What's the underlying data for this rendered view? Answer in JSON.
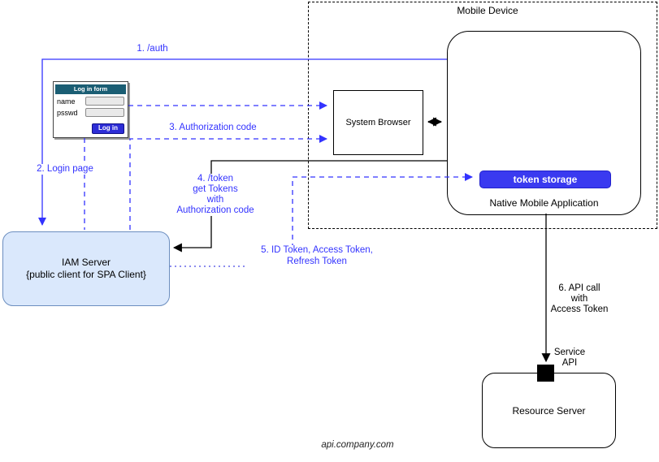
{
  "mobile_device": {
    "label": "Mobile Device"
  },
  "native_app": {
    "label": "Native Mobile Application"
  },
  "token_storage": {
    "label": "token storage"
  },
  "system_browser": {
    "label": "System Browser"
  },
  "login_form": {
    "title": "Log in form",
    "name_label": "name",
    "name_value": "",
    "psswd_label": "psswd",
    "psswd_value": "",
    "button_label": "Log in"
  },
  "iam_server": {
    "name": "IAM Server",
    "subtitle": "{public client for SPA Client}"
  },
  "resource_server": {
    "label": "Resource Server"
  },
  "service_api": {
    "line1": "Service",
    "line2": "API"
  },
  "steps": {
    "step1_label": "1. /auth",
    "step2_label": "2. Login page",
    "step3_label": "3. Authorization code",
    "step4_line1": "4. /token",
    "step4_line2": "get Tokens",
    "step4_line3": "with",
    "step4_line4": "Authorization code",
    "step5_line1": "5. ID Token, Access Token,",
    "step5_line2": "Refresh Token",
    "step6_line1": "6. API call",
    "step6_line2": "with",
    "step6_line3": "Access Token"
  },
  "footer": {
    "label": "api.company.com"
  },
  "colors": {
    "arrow_blue": "#3333ff",
    "dotted_light_blue": "#8c8cee",
    "iam_fill": "#dae8fc",
    "iam_border": "#6c8ebf",
    "token_storage_fill": "#3a3af0",
    "form_header_teal": "#1b5e74",
    "login_button_blue": "#2d2dd6"
  }
}
